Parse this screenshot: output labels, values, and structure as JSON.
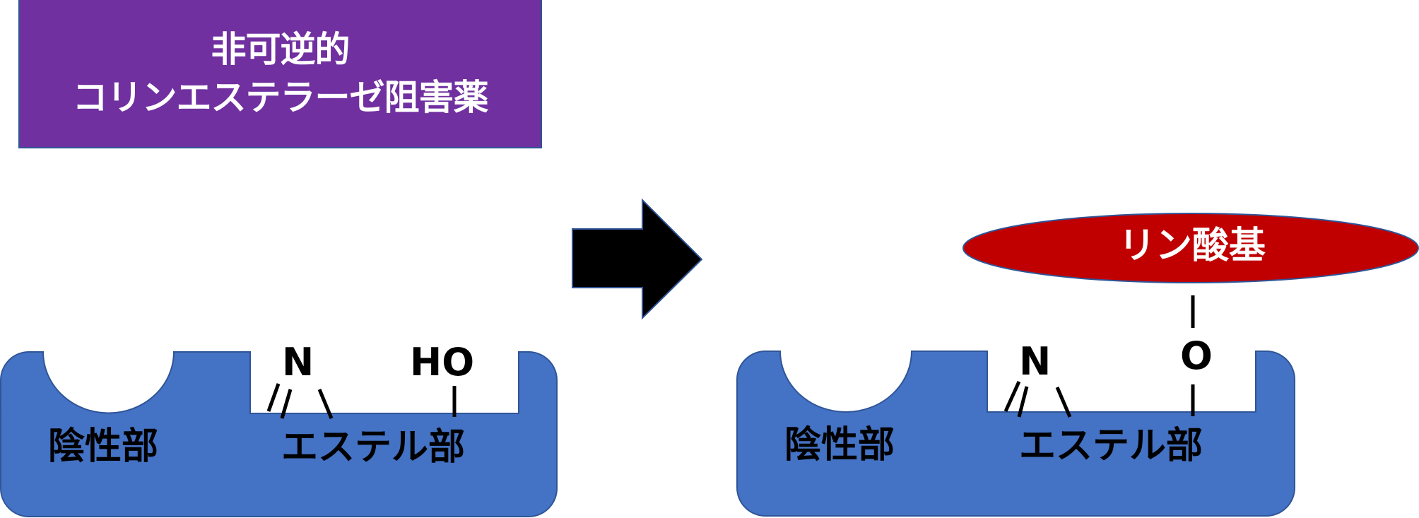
{
  "title": {
    "line1": "非可逆的",
    "line2": "コリンエステラーゼ阻害薬"
  },
  "colors": {
    "title_bg": "#7030A0",
    "enzyme_fill": "#4472C4",
    "outline": "#2F5597",
    "phosphate_fill": "#C00000",
    "arrow_fill": "#000000"
  },
  "before": {
    "anionic_site_label": "陰性部",
    "esteratic_site_label": "エステル部",
    "nitrogen_atom": "N",
    "hydroxyl_group": "HO"
  },
  "after": {
    "anionic_site_label": "陰性部",
    "esteratic_site_label": "エステル部",
    "nitrogen_atom": "N",
    "oxygen_atom": "O",
    "phosphate_group_label": "リン酸基"
  },
  "transition_icon": "right-arrow-icon"
}
